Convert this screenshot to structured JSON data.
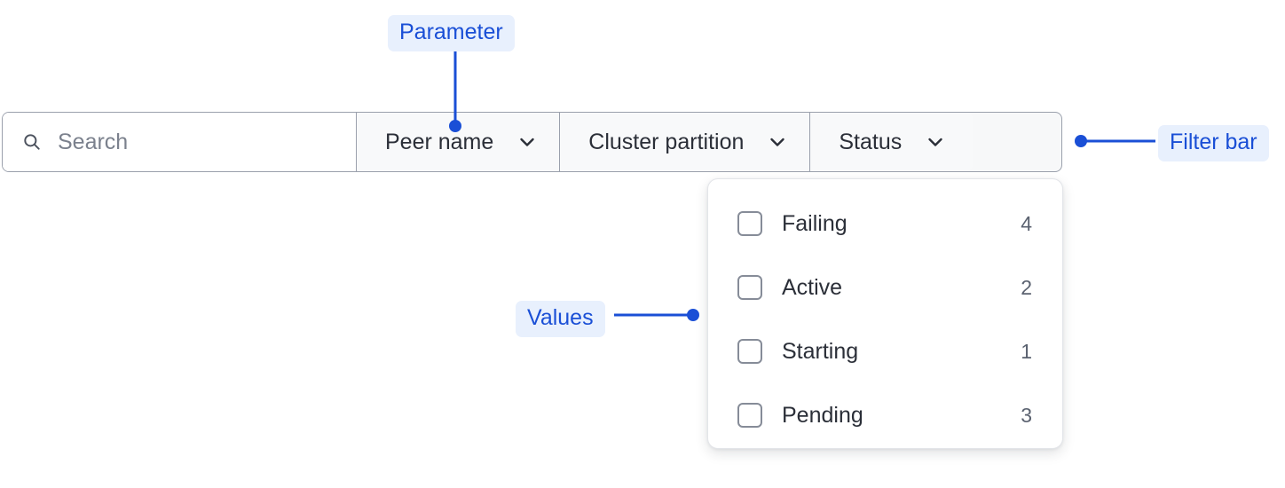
{
  "filter_bar": {
    "search": {
      "placeholder": "Search",
      "value": "",
      "icon": "search-icon"
    },
    "dropdowns": [
      {
        "label": "Peer name",
        "icon": "chevron-down-icon",
        "expanded": false
      },
      {
        "label": "Cluster partition",
        "icon": "chevron-down-icon",
        "expanded": false
      },
      {
        "label": "Status",
        "icon": "chevron-down-icon",
        "expanded": true
      }
    ]
  },
  "status_dropdown": {
    "open": true,
    "options": [
      {
        "label": "Failing",
        "count": "4",
        "checked": false
      },
      {
        "label": "Active",
        "count": "2",
        "checked": false
      },
      {
        "label": "Starting",
        "count": "1",
        "checked": false
      },
      {
        "label": "Pending",
        "count": "3",
        "checked": false
      }
    ]
  },
  "annotations": [
    {
      "label": "Parameter",
      "target": "peer-name-dropdown"
    },
    {
      "label": "Values",
      "target": "status-dropdown-options"
    },
    {
      "label": "Filter bar",
      "target": "filter-bar"
    }
  ],
  "colors": {
    "annotation_text": "#1a4fd6",
    "annotation_pill_bg": "#e8f0fd",
    "annotation_line": "#1a4fd6",
    "bar_border": "#9aa0ac",
    "segment_bg": "#f8f9fa",
    "text": "#2b2f38",
    "placeholder": "#7b818d",
    "count_text": "#5b6270"
  }
}
